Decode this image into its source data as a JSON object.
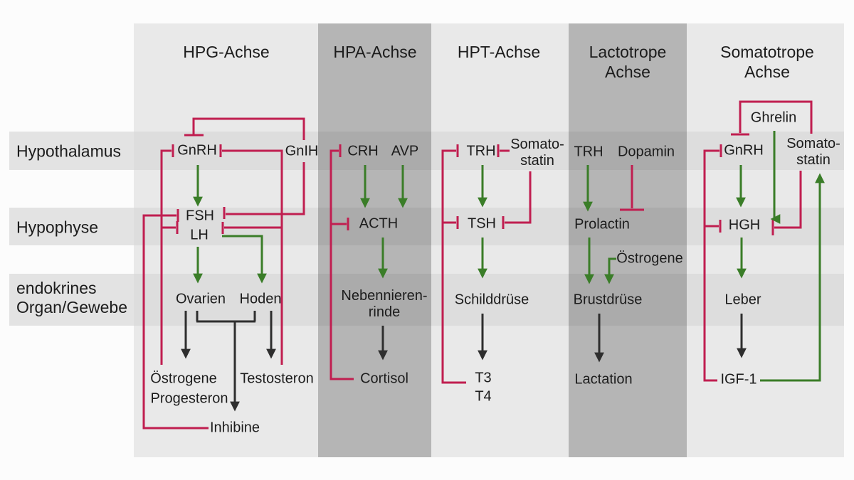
{
  "columns": [
    {
      "id": "hpg",
      "label": "HPG-Achse"
    },
    {
      "id": "hpa",
      "label": "HPA-Achse"
    },
    {
      "id": "hpt",
      "label": "HPT-Achse"
    },
    {
      "id": "lactotrope",
      "label": "Lactotrope Achse"
    },
    {
      "id": "somatotrope",
      "label": "Somatotrope Achse"
    }
  ],
  "rows": [
    {
      "id": "hypothalamus",
      "label": "Hypothalamus"
    },
    {
      "id": "hypophyse",
      "label": "Hypophyse"
    },
    {
      "id": "organ",
      "label": "endokrines Organ/Gewebe"
    }
  ],
  "nodes": {
    "hpg": {
      "gnrh": "GnRH",
      "gnih": "GnIH",
      "fsh": "FSH",
      "lh": "LH",
      "ovarien": "Ovarien",
      "hoden": "Hoden",
      "oestrogene": "Östrogene",
      "progesteron": "Progesteron",
      "testosteron": "Testosteron",
      "inhibine": "Inhibine"
    },
    "hpa": {
      "crh": "CRH",
      "avp": "AVP",
      "acth": "ACTH",
      "nnr_line1": "Nebennieren-",
      "nnr_line2": "rinde",
      "cortisol": "Cortisol"
    },
    "hpt": {
      "trh": "TRH",
      "somatostatin_line1": "Somato-",
      "somatostatin_line2": "statin",
      "tsh": "TSH",
      "schilddruese": "Schilddrüse",
      "t3": "T3",
      "t4": "T4"
    },
    "lactotrope": {
      "trh": "TRH",
      "dopamin": "Dopamin",
      "prolactin": "Prolactin",
      "oestrogene": "Östrogene",
      "brustdruese": "Brustdrüse",
      "lactation": "Lactation"
    },
    "somatotrope": {
      "ghrelin": "Ghrelin",
      "gnrh": "GnRH",
      "somatostatin_line1": "Somato-",
      "somatostatin_line2": "statin",
      "hgh": "HGH",
      "leber": "Leber",
      "igf1": "IGF-1"
    }
  },
  "colors": {
    "stimulation_green": "#3a7d28",
    "inhibition_red": "#c01e50",
    "neutral_black": "#2e2e2e",
    "column_light": "#e9e9e9",
    "column_dark": "#b5b5b5",
    "row_band": "#e3e3e3"
  }
}
